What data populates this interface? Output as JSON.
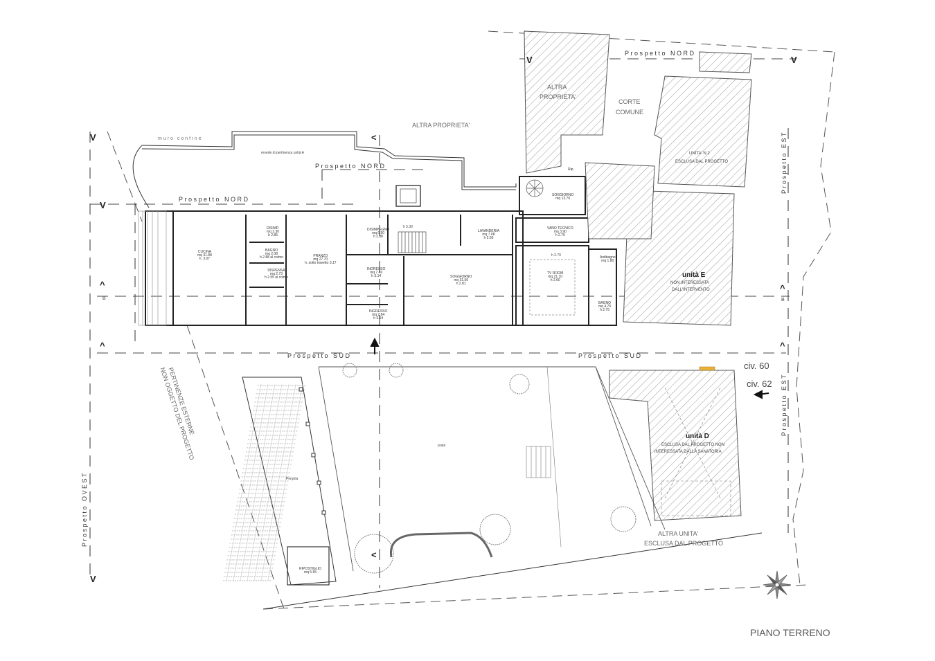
{
  "drawing": {
    "title": "PIANO TERRENO",
    "elevations": {
      "north_1": "Prospetto NORD",
      "north_2": "Prospetto NORD",
      "north_3": "Prospetto NORD",
      "south_1": "Prospetto SUD",
      "south_2": "Prospetto SUD",
      "east": "Prospetto EST",
      "west": "Prospetto OVEST"
    },
    "section_marker": "B",
    "street_numbers": [
      "civ. 60",
      "civ. 62"
    ]
  },
  "areas": {
    "muro_confine": "muro confine",
    "resede": "resede di pertinenza unità A",
    "altra_proprieta_top": "ALTRA PROPRIETA'",
    "altra_proprieta_hatched": [
      "ALTRA",
      "PROPRIETA'"
    ],
    "corte_comune": [
      "CORTE",
      "COMUNE"
    ],
    "unita_n2": [
      "UNITA' N.2",
      "ESCLUSA DAL PROGETTO"
    ],
    "unita_e": {
      "name": "unità E",
      "line1": "NON INTERESSATA",
      "line2": "DALL'INTERVENTO"
    },
    "unita_d": {
      "name": "unità D",
      "line1": "ESCLUSA DAL PROGETTO NON",
      "line2": "INTERESSATA DALLA SANATORIA"
    },
    "altra_unita": [
      "ALTRA UNITA'",
      "ESCLUSA DAL PROGETTO"
    ],
    "pertinenze": [
      "PERTINENZE ESTERNE",
      "NON OGGETTO DEL PROGETTO"
    ],
    "prato": "prato"
  },
  "rooms": [
    {
      "name": "CUCINA",
      "area": "mq 31.88",
      "height": "h. 3.07"
    },
    {
      "name": "DISIMP.",
      "area": "mq 3.30",
      "height": "h 2.85"
    },
    {
      "name": "BAGNO",
      "area": "mq 2.08",
      "height": "h 2.88 al colmo"
    },
    {
      "name": "DISPENSA",
      "area": "mq 2.73",
      "height": "h 2.55 al colmo"
    },
    {
      "name": "PRANZO",
      "area": "mq 27.70",
      "height": "h. sotto travetto 3.17"
    },
    {
      "name": "DISIMPEGNO",
      "area": "mq 6.50",
      "height": "h 2.88"
    },
    {
      "name": "INGRESSO",
      "area": "mq 7.40",
      "height": "h 3.14"
    },
    {
      "name": "INGRESSO",
      "area": "mq 2.84",
      "height": "h 3.14"
    },
    {
      "name": "SOGGIORNO",
      "area": "mq 31.50",
      "height": "h 2.81"
    },
    {
      "name": "LAVANDERIA",
      "area": "mq 7.08",
      "height": "h 2.60"
    },
    {
      "name": "SOGGIORNO",
      "area": "mq 13.70",
      "height": ""
    },
    {
      "name": "VANO TECNICO",
      "area": "mq 3.90",
      "height": "h 2.70"
    },
    {
      "name": "TV ROOM",
      "area": "mq 21.10",
      "height": "h 2.60"
    },
    {
      "name": "Antibagno",
      "area": "mq 1.80",
      "height": ""
    },
    {
      "name": "BAGNO",
      "area": "mq 4.70",
      "height": "h 2.75"
    },
    {
      "name": "Rip.",
      "area": "",
      "height": ""
    },
    {
      "name": "RIPOSTIGLIO",
      "area": "mq 5.65",
      "height": ""
    }
  ],
  "misc": {
    "stair_height": "h 5.30",
    "tv_room_h": "h 2.70",
    "pergola": "Pergola"
  }
}
